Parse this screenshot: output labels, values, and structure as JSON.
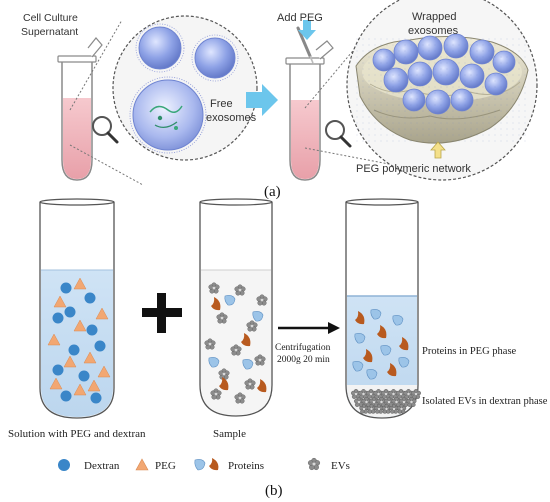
{
  "panel_a": {
    "cell_culture_line1": "Cell Culture",
    "cell_culture_line2": "Supernatant",
    "free_line1": "Free",
    "free_line2": "exosomes",
    "add_peg": "Add PEG",
    "wrapped_line1": "Wrapped",
    "wrapped_line2": "exosomes",
    "network": "PEG polymeric network",
    "caption": "(a)"
  },
  "panel_b": {
    "tube1_label": "Solution with PEG and dextran",
    "tube2_label": "Sample",
    "centrifugation_line1": "Centrifugation",
    "centrifugation_line2": "2000g 20 min",
    "proteins_phase": "Proteins in PEG phase",
    "evs_phase": "Isolated EVs in dextran phase",
    "caption": "(b)"
  },
  "legend": {
    "dextran": "Dextran",
    "peg": "PEG",
    "proteins": "Proteins",
    "evs": "EVs"
  },
  "colors": {
    "dextran": "#3a86c8",
    "peg": "#f2a772",
    "protein_light": "#9cc4e8",
    "protein_dark": "#b85a1f",
    "liquid_pink": "#f4b8bf",
    "liquid_blue": "#c9dff2",
    "arrow_blue": "#6cc6ec",
    "exosome": "#7f95dd"
  }
}
